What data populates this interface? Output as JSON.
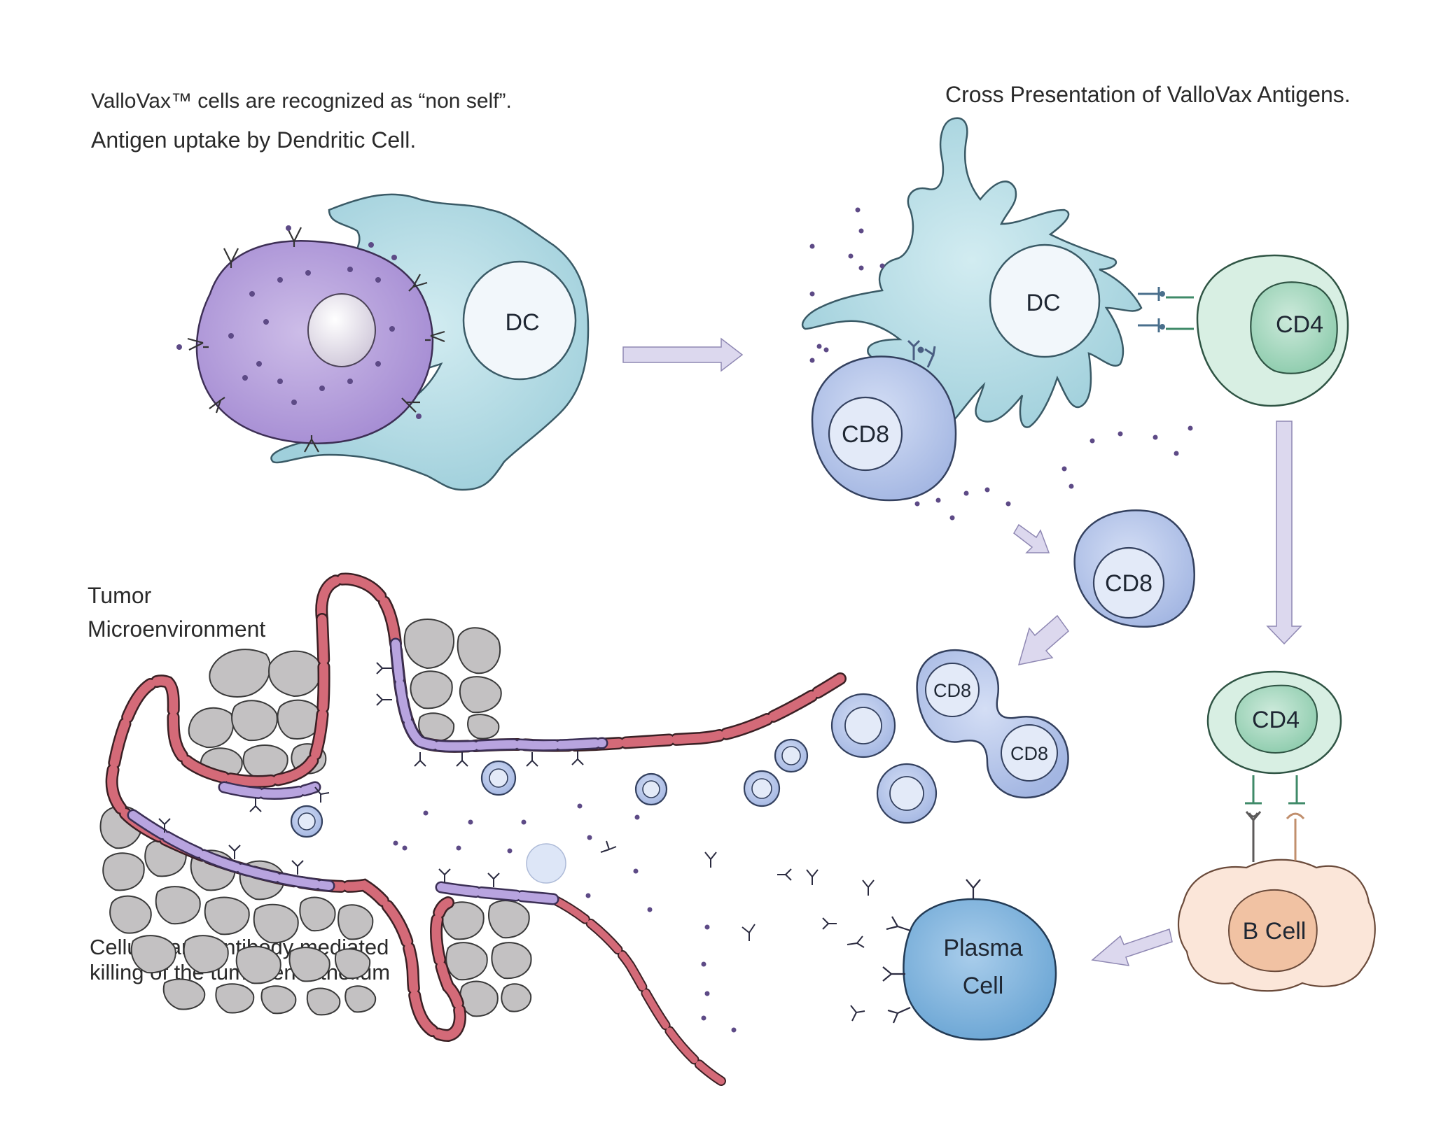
{
  "captions": {
    "uptake_line1": "ValloVax™ cells are recognized as “non self”.",
    "uptake_line2": "Antigen uptake by Dendritic Cell.",
    "cross_presentation": "Cross Presentation of ValloVax Antigens.",
    "tumor_line1": "Tumor",
    "tumor_line2": "Microenvironment",
    "killing_line1": "Cellular and antibody mediated",
    "killing_line2": "killing of the tumor endothelium"
  },
  "labels": {
    "dc_uptake": "DC",
    "dc_cross": "DC",
    "cd8_cross": "CD8",
    "cd4_cross": "CD4",
    "cd8_migrating": "CD8",
    "cd8_dividing_top": "CD8",
    "cd8_dividing_bottom": "CD8",
    "cd4_helper": "CD4",
    "b_cell": "B Cell",
    "plasma_line1": "Plasma",
    "plasma_line2": "Cell"
  },
  "colors": {
    "vallovax_cell": "#b9a6dc",
    "dendritic_cell": "#b7dbe3",
    "cd8_cell": "#b8c8ea",
    "cd4_cell": "#a7d6bf",
    "b_cell": "#f7dcc9",
    "plasma_cell": "#7fb3dc",
    "vessel_wall": "#d46a78",
    "endothelium": "#b8a4df",
    "tumor_cell": "#c3c1c2",
    "arrow": "#dcd8ee"
  }
}
